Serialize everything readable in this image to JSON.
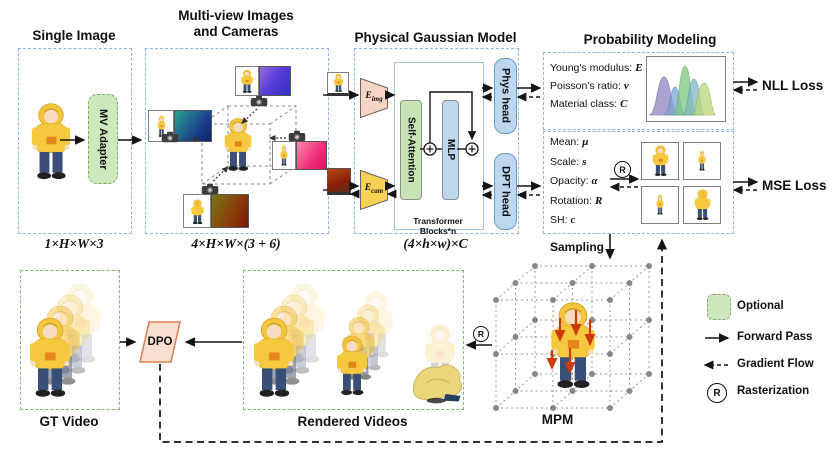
{
  "panels": {
    "single_image": {
      "title": "Single Image",
      "dim": "1×H×W×3",
      "adapter": "MV Adapter"
    },
    "multi_view": {
      "title_line1": "Multi-view Images",
      "title_line2": "and Cameras",
      "dim": "4×H×W×(3 + 6)"
    },
    "physical": {
      "title": "Physical Gaussian Model",
      "dim": "(4×h×w)×C",
      "encoder_img": {
        "base": "E",
        "sub": "img"
      },
      "encoder_cam": {
        "base": "E",
        "sub": "cam"
      },
      "self_attention": "Self-Attention",
      "mlp": "MLP",
      "transformer_note": "Transformer Blocks*n",
      "phys_head": "Phys head",
      "dpt_head": "DPT head"
    },
    "probability": {
      "title": "Probability Modeling",
      "phys_params": [
        {
          "name": "Young's modulus:",
          "symbol": "E"
        },
        {
          "name": "Poisson's ratio:",
          "symbol": "ν"
        },
        {
          "name": "Material class:",
          "symbol": "C"
        }
      ],
      "gaussian_params": [
        {
          "name": "Mean:",
          "symbol": "μ"
        },
        {
          "name": "Scale:",
          "symbol": "s"
        },
        {
          "name": "Opacity:",
          "symbol": "α"
        },
        {
          "name": "Rotation:",
          "symbol": "R"
        },
        {
          "name": "SH:",
          "symbol": "c"
        }
      ],
      "rasterize_symbol": "R"
    },
    "losses": {
      "nll": "NLL Loss",
      "mse": "MSE Loss"
    },
    "sampling_label": "Sampling",
    "mpm_label": "MPM",
    "bottom": {
      "gt_video": "GT Video",
      "rendered_videos": "Rendered Videos",
      "dpo": "DPO",
      "rasterize_symbol": "R"
    }
  },
  "legend": {
    "optional": "Optional",
    "forward": "Forward Pass",
    "gradient": "Gradient Flow",
    "raster": "Rasterization",
    "raster_symbol": "R"
  },
  "colors": {
    "panel_border_blue": "#8eb4e3",
    "panel_border_green": "#84b56a",
    "optional_fill": "#cde8bc",
    "encoder_img_fill": "#f7d5c5",
    "encoder_cam_fill": "#f7d254",
    "attention_fill": "#c9e4b4",
    "mlp_fill": "#bdd7ee",
    "head_fill": "#bdd7ee",
    "dpo_fill": "#fae0d0",
    "dpo_border": "#dd7c52",
    "force_arrow": "#cc3a08"
  }
}
